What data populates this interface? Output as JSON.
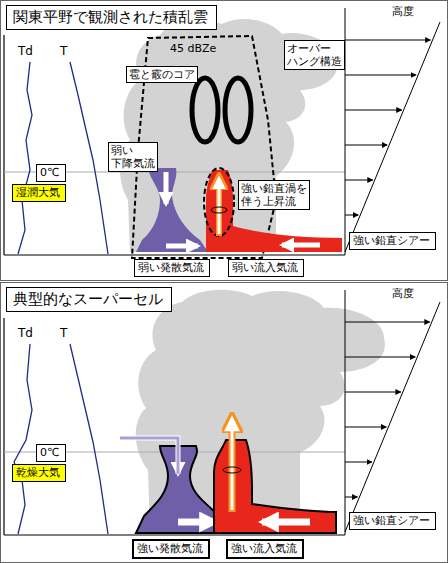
{
  "diagram": {
    "nodes": [
      {
        "text": [
          "関東平野で観測された積乱雲"
        ]
      },
      {
        "text": [
          "0℃"
        ]
      },
      {
        "text": [
          "湿潤大気"
        ]
      },
      {
        "text": [
          "弱い発散気流"
        ]
      },
      {
        "text": [
          "弱い流入気流"
        ]
      },
      {
        "text": [
          "強い鉛直シアー"
        ]
      },
      {
        "text": [
          "典型的なスーパーセル"
        ]
      },
      {
        "text": [
          "0℃"
        ]
      },
      {
        "text": [
          "乾燥大気"
        ]
      },
      {
        "text": [
          "強い発散気流"
        ]
      },
      {
        "text": [
          "強い流入気流"
        ]
      },
      {
        "text": [
          "強い鉛直シアー"
        ]
      }
    ],
    "labels": [
      "Td",
      "T",
      "高度",
      "45 dBZe",
      "オーバー ハング構造",
      "雹と霰のコア",
      "弱い 下降気流",
      "強い鉛直渦を 伴う上昇流",
      "Td",
      "T",
      "高度"
    ]
  }
}
